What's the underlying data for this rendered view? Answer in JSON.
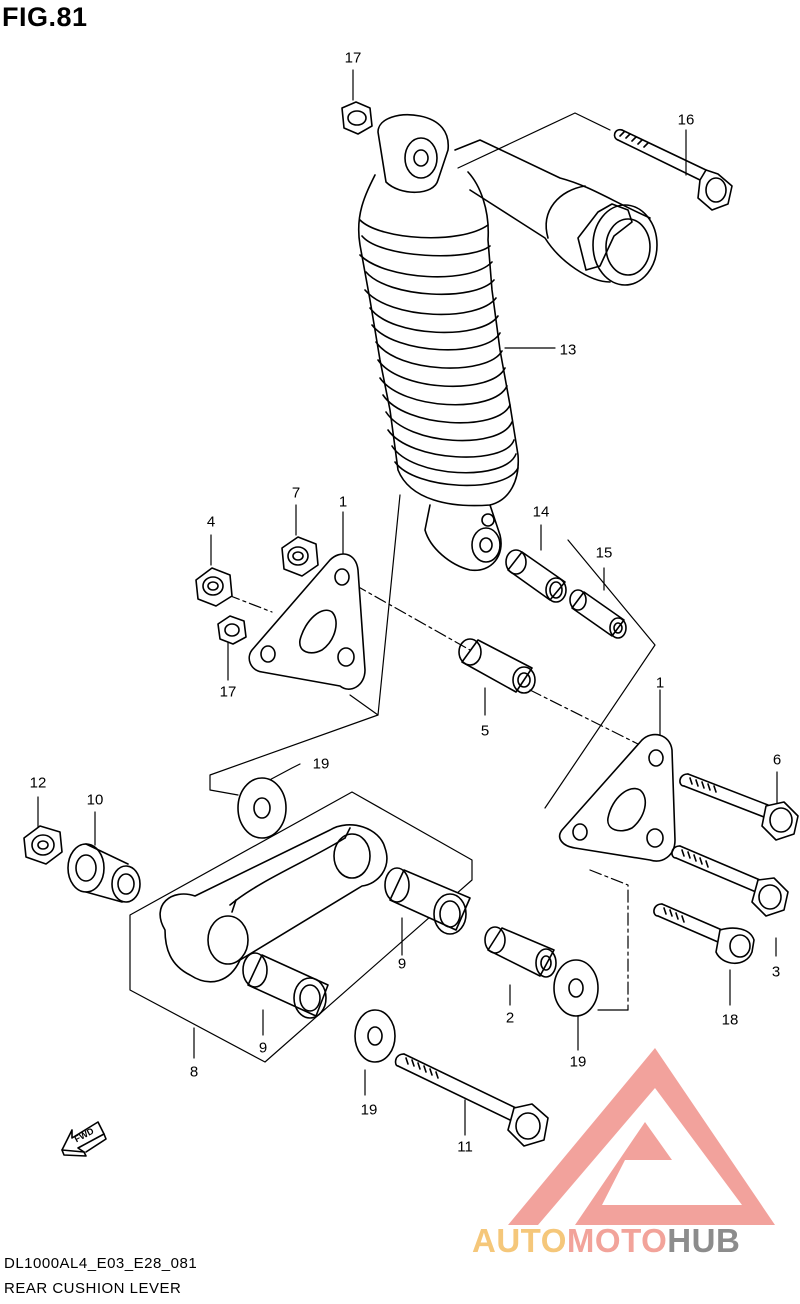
{
  "figure": {
    "title": "FIG.81"
  },
  "footer": {
    "code": "DL1000AL4_E03_E28_081",
    "name": "REAR CUSHION LEVER"
  },
  "callouts": [
    {
      "id": "c17a",
      "text": "17"
    },
    {
      "id": "c16",
      "text": "16"
    },
    {
      "id": "c13",
      "text": "13"
    },
    {
      "id": "c7",
      "text": "7"
    },
    {
      "id": "c1a",
      "text": "1"
    },
    {
      "id": "c4",
      "text": "4"
    },
    {
      "id": "c14",
      "text": "14"
    },
    {
      "id": "c15",
      "text": "15"
    },
    {
      "id": "c17b",
      "text": "17"
    },
    {
      "id": "c5",
      "text": "5"
    },
    {
      "id": "c1b",
      "text": "1"
    },
    {
      "id": "c6",
      "text": "6"
    },
    {
      "id": "c19a",
      "text": "19"
    },
    {
      "id": "c12",
      "text": "12"
    },
    {
      "id": "c10",
      "text": "10"
    },
    {
      "id": "c9a",
      "text": "9"
    },
    {
      "id": "c3",
      "text": "3"
    },
    {
      "id": "c18",
      "text": "18"
    },
    {
      "id": "c2",
      "text": "2"
    },
    {
      "id": "c9b",
      "text": "9"
    },
    {
      "id": "c8",
      "text": "8"
    },
    {
      "id": "c19b",
      "text": "19"
    },
    {
      "id": "c19c",
      "text": "19"
    },
    {
      "id": "c11",
      "text": "11"
    }
  ],
  "fwd_label": "FWD",
  "watermark": {
    "part1": "AUTO",
    "part2": "MOTO",
    "part3": "HUB"
  },
  "colors": {
    "line": "#000000",
    "watermark_red": "#e8564b",
    "watermark_orange": "#f5c77a",
    "watermark_gray": "#8c8c8c"
  }
}
